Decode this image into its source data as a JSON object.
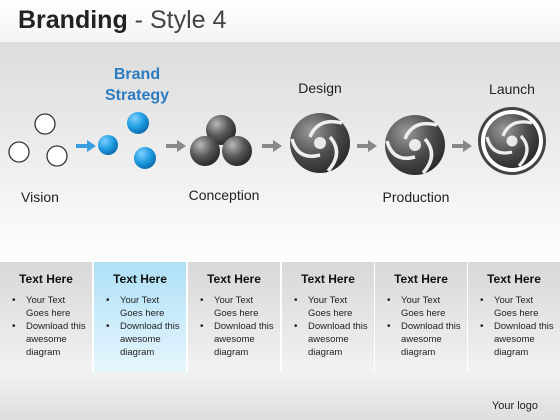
{
  "header": {
    "title_main": "Branding",
    "title_sub": "- Style 4"
  },
  "steps": [
    {
      "label": "Vision",
      "icon": "three-outline-circles-icon"
    },
    {
      "label": "Brand Strategy",
      "icon": "three-blue-balls-icon",
      "highlight": true
    },
    {
      "label": "Conception",
      "icon": "three-gray-spheres-icon"
    },
    {
      "label": "Design",
      "icon": "swirl-circle-icon"
    },
    {
      "label": "Production",
      "icon": "swirl-circle-icon"
    },
    {
      "label": "Launch",
      "icon": "swirl-circle-ringed-icon"
    }
  ],
  "columns": [
    {
      "heading": "Text Here",
      "bullets": [
        "Your Text Goes here",
        "Download this awesome diagram"
      ]
    },
    {
      "heading": "Text Here",
      "bullets": [
        "Your Text Goes here",
        "Download this awesome diagram"
      ],
      "active": true
    },
    {
      "heading": "Text Here",
      "bullets": [
        "Your Text Goes here",
        "Download this awesome diagram"
      ]
    },
    {
      "heading": "Text Here",
      "bullets": [
        "Your Text Goes here",
        "Download this awesome diagram"
      ]
    },
    {
      "heading": "Text Here",
      "bullets": [
        "Your Text Goes here",
        "Download this awesome diagram"
      ]
    },
    {
      "heading": "Text Here",
      "bullets": [
        "Your Text Goes here",
        "Download this awesome diagram"
      ]
    }
  ],
  "footer": {
    "logo": "Your logo"
  },
  "colors": {
    "accent_blue": "#2b7cc1",
    "ball_blue": "#1d9be0",
    "active_column": "#aee0f7",
    "sphere_gray": "#555555"
  }
}
